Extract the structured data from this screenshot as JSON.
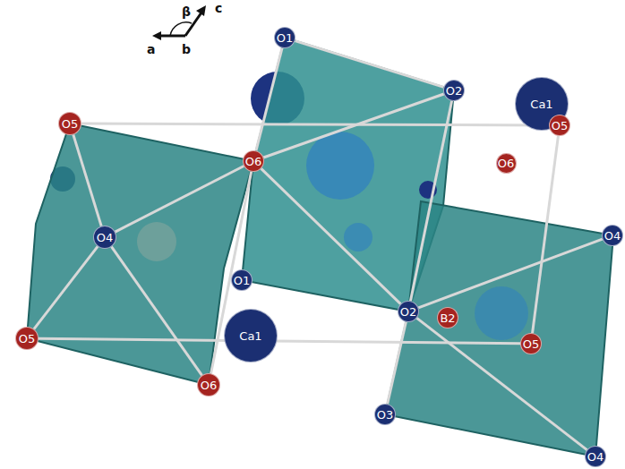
{
  "diagram": {
    "nodes": [
      {
        "text": [
          "O1"
        ]
      },
      {
        "text": [
          "O2"
        ]
      },
      {
        "text": [
          "Ca1"
        ]
      },
      {
        "text": [
          "O5"
        ]
      },
      {
        "text": [
          "O5"
        ]
      },
      {
        "text": [
          "O6"
        ]
      },
      {
        "text": [
          "O6"
        ]
      },
      {
        "text": [
          "O4"
        ]
      },
      {
        "text": [
          "O4"
        ]
      },
      {
        "text": [
          "O1"
        ]
      },
      {
        "text": [
          "O2"
        ]
      },
      {
        "text": [
          "B2"
        ]
      },
      {
        "text": [
          "Ca1"
        ]
      },
      {
        "text": [
          "O5"
        ]
      },
      {
        "text": [
          "O5"
        ]
      },
      {
        "text": [
          "O6"
        ]
      },
      {
        "text": [
          "O3"
        ]
      },
      {
        "text": [
          "O4"
        ]
      }
    ],
    "edges": [
      {
        "from": 4,
        "to": 3,
        "arrow": "none"
      },
      {
        "from": 13,
        "to": 14,
        "arrow": "none"
      },
      {
        "from": 3,
        "to": 14,
        "arrow": "none"
      },
      {
        "from": 4,
        "to": 7,
        "arrow": "none"
      },
      {
        "from": 7,
        "to": 5,
        "arrow": "none"
      },
      {
        "from": 7,
        "to": 13,
        "arrow": "none"
      },
      {
        "from": 7,
        "to": 15,
        "arrow": "none"
      },
      {
        "from": 5,
        "to": 15,
        "arrow": "none"
      },
      {
        "from": 0,
        "to": 1,
        "arrow": "none"
      },
      {
        "from": 0,
        "to": 5,
        "arrow": "none"
      },
      {
        "from": 5,
        "to": 1,
        "arrow": "none"
      },
      {
        "from": 5,
        "to": 10,
        "arrow": "none"
      },
      {
        "from": 1,
        "to": 10,
        "arrow": "none"
      },
      {
        "from": 10,
        "to": 8,
        "arrow": "none"
      },
      {
        "from": 10,
        "to": 17,
        "arrow": "none"
      },
      {
        "from": 10,
        "to": 16,
        "arrow": "none"
      }
    ],
    "labels": [
      "β",
      "c",
      "a",
      "b"
    ]
  }
}
